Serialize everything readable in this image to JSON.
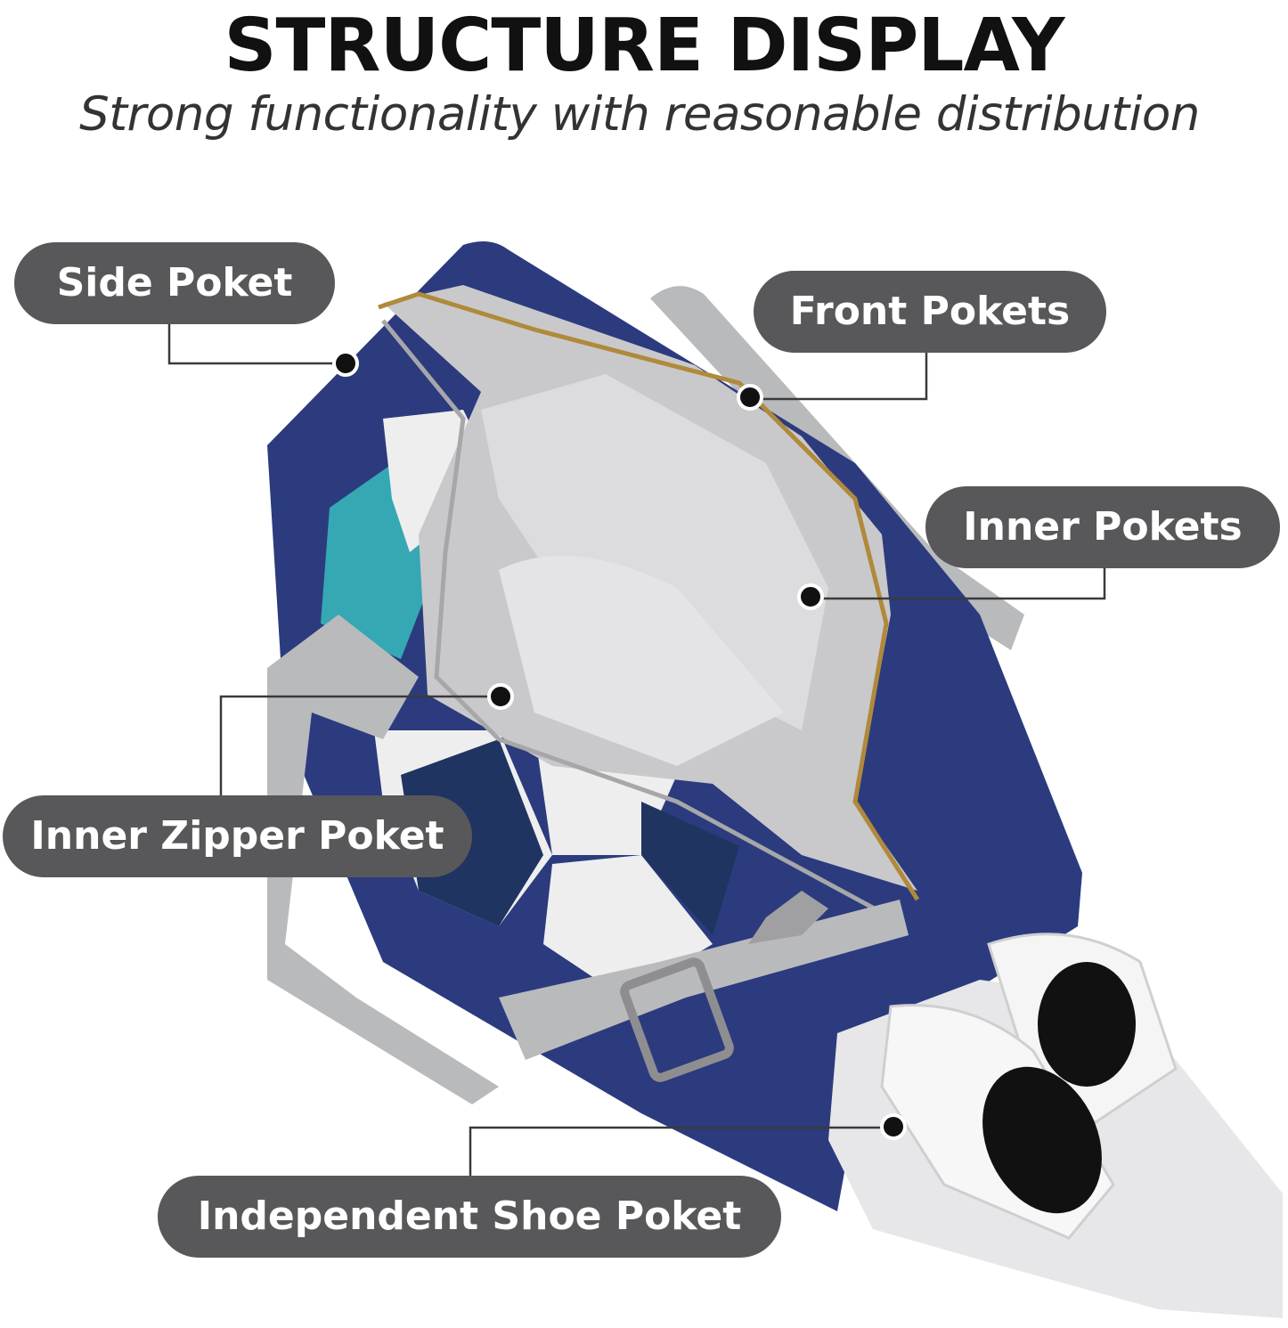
{
  "header": {
    "title": "STRUCTURE DISPLAY",
    "subtitle": "Strong functionality with reasonable distribution"
  },
  "labels": {
    "side_poket": "Side Poket",
    "front_pokets": "Front Pokets",
    "inner_pokets": "Inner Pokets",
    "inner_zipper_poket": "Inner Zipper Poket",
    "independent_shoe_poket": "Independent Shoe Poket"
  },
  "colors": {
    "bag_navy": "#2b3b7e",
    "lining_gray": "#c9c9cb",
    "strap_gray": "#b9babc",
    "ball_teal": "#35a8b4",
    "ball_dark": "#1f3461",
    "label_bg": "#58585a"
  }
}
